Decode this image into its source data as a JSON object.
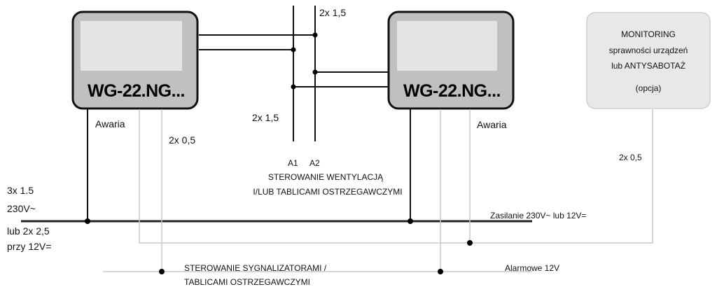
{
  "devices": [
    {
      "model": "WG-22.NG...",
      "fault_label": "Awaria"
    },
    {
      "model": "WG-22.NG...",
      "fault_label": "Awaria"
    }
  ],
  "monitoring_box": {
    "line1": "MONITORING",
    "line2": "sprawności urządzeń",
    "line3": "lub ANTYSABOTAŻ",
    "line4": "(opcja)"
  },
  "cables": {
    "top_ventilation": "2x 1,5",
    "mid_ventilation": "2x 1,5",
    "signal_left": "2x 0,5",
    "signal_monitoring": "2x 0,5"
  },
  "terminals": {
    "a1": "A1",
    "a2": "A2"
  },
  "ventilation_label": {
    "line1": "STEROWANIE WENTYLACJĄ",
    "line2": "I/LUB TABLICAMI OSTRZEGAWCZYMI"
  },
  "power_label": {
    "line1": "3x 1.5",
    "line2": "230V~",
    "line3": "lub 2x 2,5",
    "line4": "przy 12V="
  },
  "supply_label": "Zasilanie 230V~ lub 12V=",
  "signalers_label": {
    "line1": "STEROWANIE SYGNALIZATORAMI /",
    "line2": "TABLICAMI OSTRZEGAWCZYMI"
  },
  "alarm_label": "Alarmowe 12V",
  "colors": {
    "device_body": "#c0c0c0",
    "device_display": "#e4e4e4",
    "monitor_box": "#e8e8e8",
    "aux_wire": "#c8c8c8"
  }
}
